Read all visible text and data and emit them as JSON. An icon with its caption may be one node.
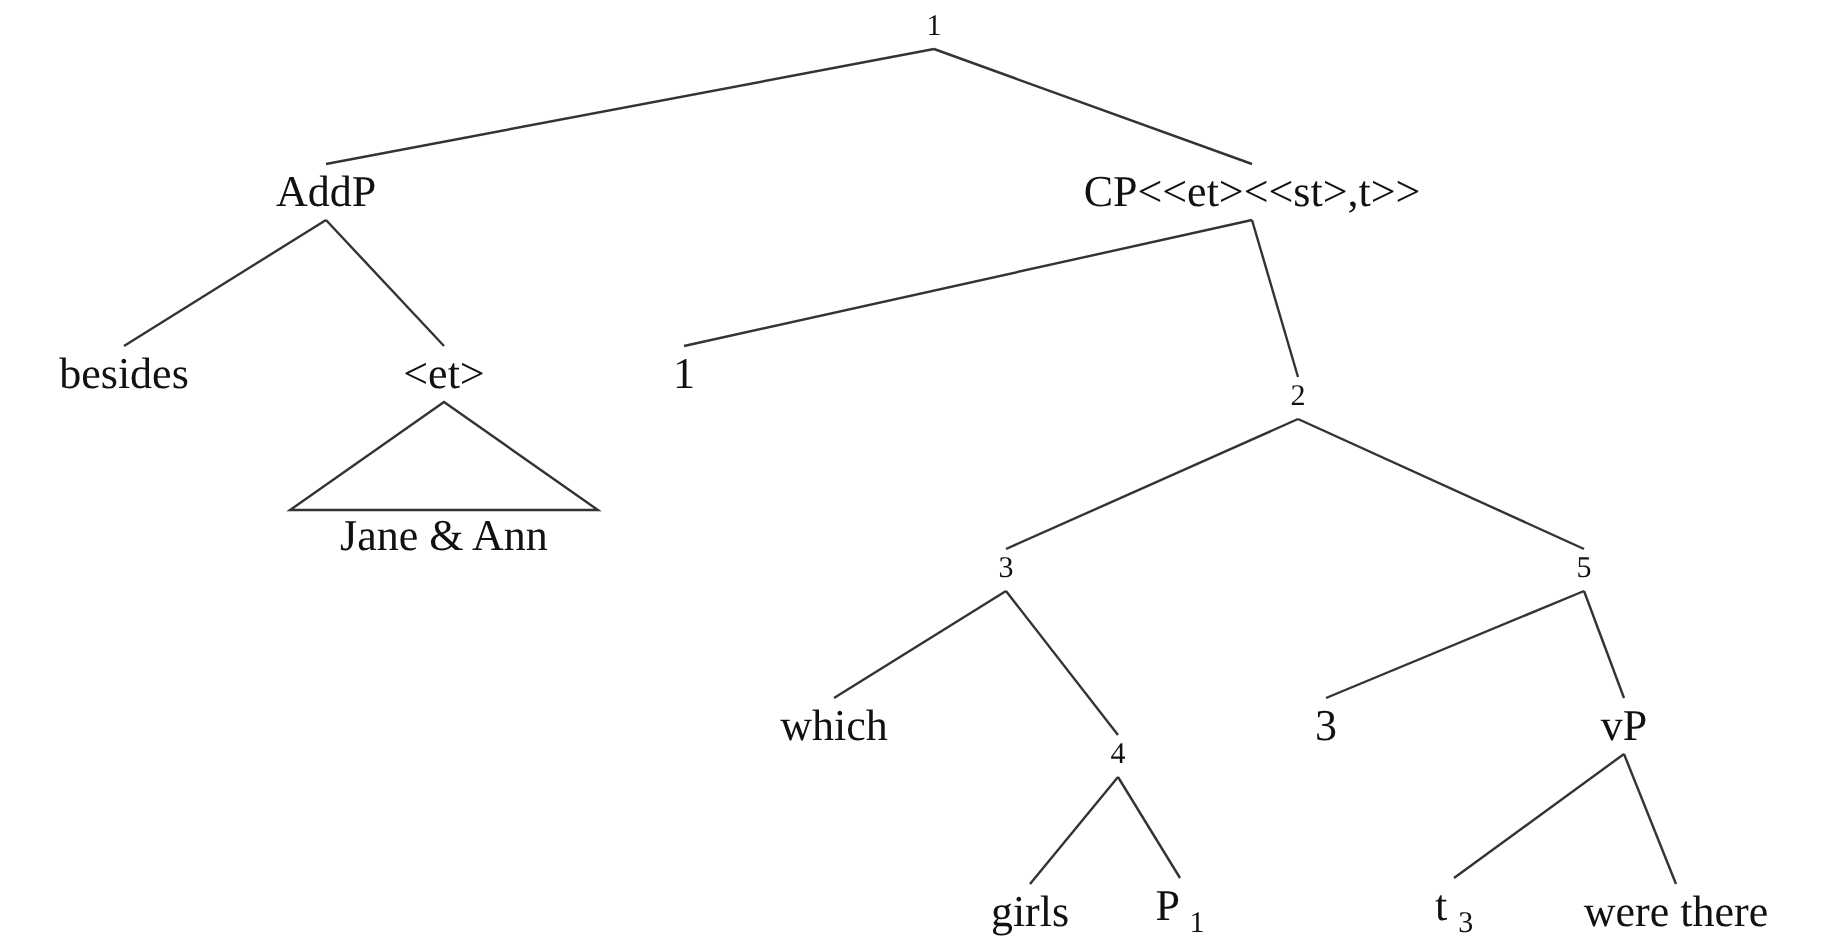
{
  "diagram": {
    "nodes": [
      {
        "text": [
          "1"
        ]
      },
      {
        "text": [
          "AddP"
        ]
      },
      {
        "text": [
          "CP<<et><<st>,t>>"
        ]
      },
      {
        "text": [
          "besides"
        ]
      },
      {
        "text": [
          "<et>"
        ]
      },
      {
        "text": [
          "1"
        ]
      },
      {
        "text": [
          "2"
        ]
      },
      {
        "text": [
          "Jane & Ann"
        ]
      },
      {
        "text": [
          "3"
        ]
      },
      {
        "text": [
          "5"
        ]
      },
      {
        "text": [
          "which"
        ]
      },
      {
        "text": [
          "4"
        ]
      },
      {
        "text": [
          "3"
        ]
      },
      {
        "text": [
          "vP"
        ]
      },
      {
        "text": [
          "girls"
        ]
      },
      {
        "text": [
          "P $_{1}$"
        ]
      },
      {
        "text": [
          "t $_{3}$"
        ]
      },
      {
        "text": [
          "were there"
        ]
      }
    ],
    "edges": [
      {
        "from": 0,
        "to": 1,
        "arrow": "none"
      },
      {
        "from": 0,
        "to": 2,
        "arrow": "none"
      },
      {
        "from": 1,
        "to": 3,
        "arrow": "none"
      },
      {
        "from": 1,
        "to": 4,
        "arrow": "none"
      },
      {
        "from": 4,
        "to": 7,
        "arrow": "none"
      },
      {
        "from": 2,
        "to": 5,
        "arrow": "none"
      },
      {
        "from": 2,
        "to": 6,
        "arrow": "none"
      },
      {
        "from": 6,
        "to": 8,
        "arrow": "none"
      },
      {
        "from": 6,
        "to": 9,
        "arrow": "none"
      },
      {
        "from": 8,
        "to": 10,
        "arrow": "none"
      },
      {
        "from": 8,
        "to": 11,
        "arrow": "none"
      },
      {
        "from": 9,
        "to": 12,
        "arrow": "none"
      },
      {
        "from": 9,
        "to": 13,
        "arrow": "none"
      },
      {
        "from": 11,
        "to": 14,
        "arrow": "none"
      },
      {
        "from": 11,
        "to": 15,
        "arrow": "none"
      },
      {
        "from": 13,
        "to": 16,
        "arrow": "none"
      },
      {
        "from": 13,
        "to": 17,
        "arrow": "none"
      }
    ]
  }
}
